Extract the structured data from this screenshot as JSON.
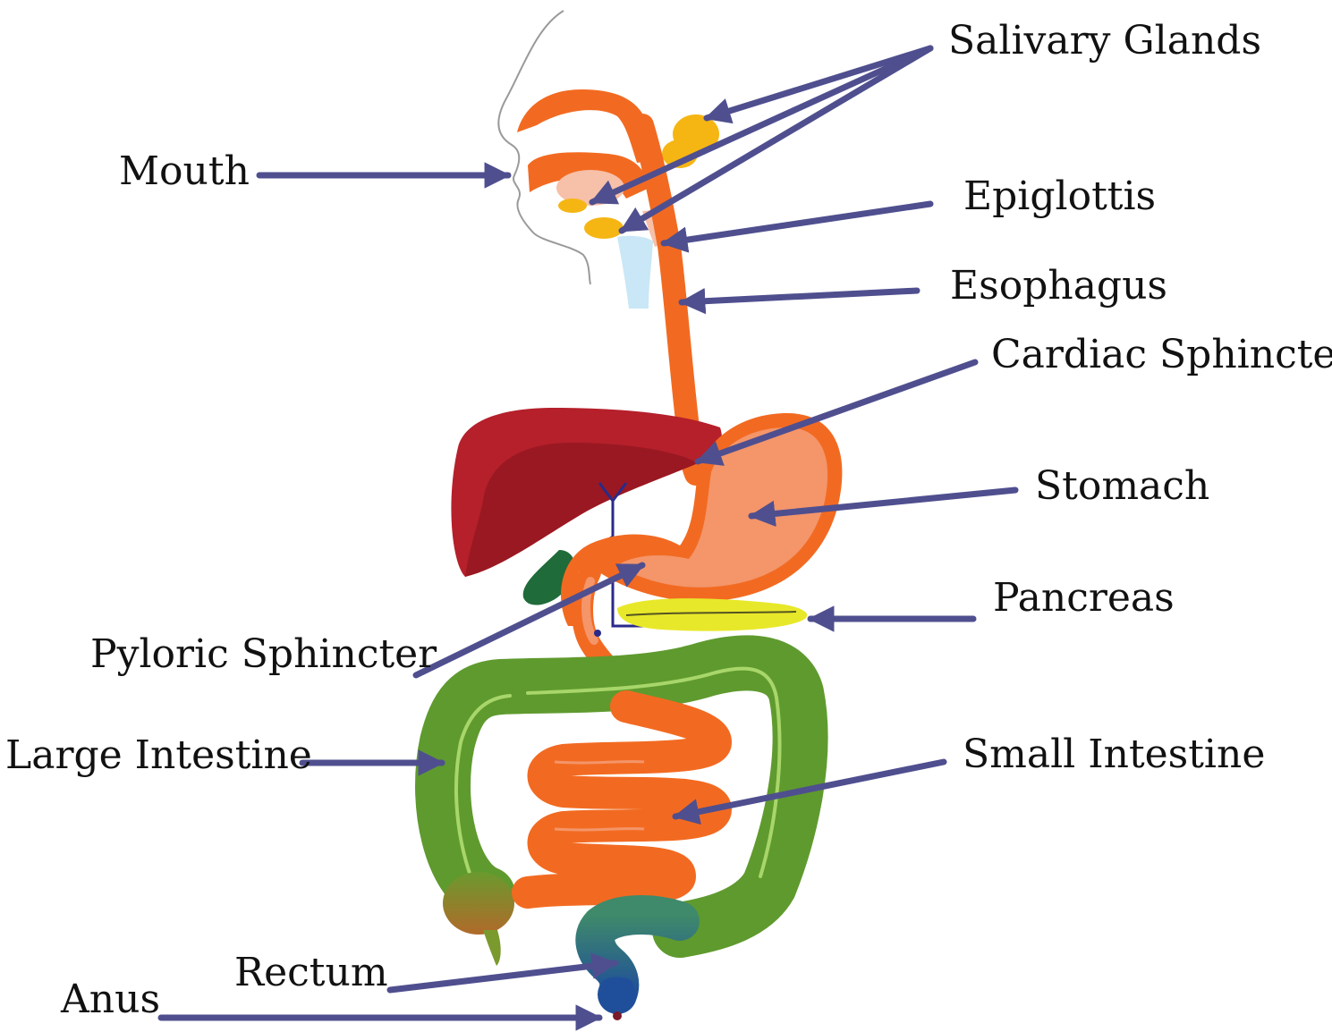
{
  "colors": {
    "arrow": "#4f4f8f",
    "organ_orange": "#f26a21",
    "stomach_fill": "#f4956a",
    "liver": "#b5202b",
    "liver_dark": "#8f1520",
    "gallbladder": "#1f6b3a",
    "pancreas": "#e8e82a",
    "large_intestine": "#5f9a2e",
    "salivary_gland": "#f5b614",
    "rectum": "#2e7a8c",
    "anus": "#1f4f9a",
    "trachea": "#bfe3f5",
    "face_outline": "#9a9a9a"
  },
  "labels": {
    "salivary_glands": "Salivary Glands",
    "mouth": "Mouth",
    "epiglottis": "Epiglottis",
    "esophagus": "Esophagus",
    "cardiac_sphincter": "Cardiac Sphincter",
    "stomach": "Stomach",
    "pancreas": "Pancreas",
    "pyloric_sphincter": "Pyloric Sphincter",
    "large_intestine": "Large Intestine",
    "small_intestine": "Small Intestine",
    "rectum": "Rectum",
    "anus": "Anus"
  }
}
